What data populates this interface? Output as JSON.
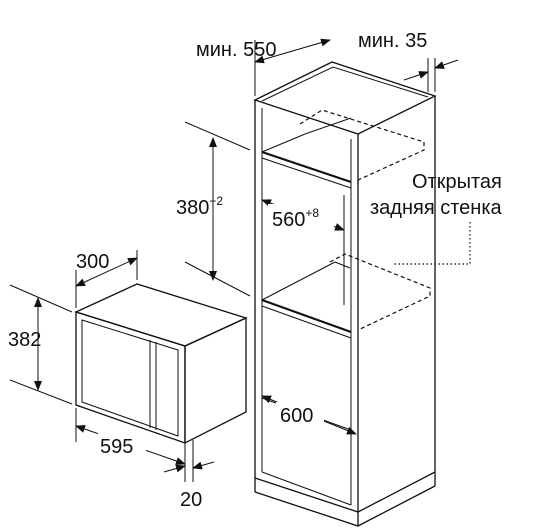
{
  "dimensions": {
    "cabinet_depth": "мин. 550",
    "cabinet_gap": "мин. 35",
    "niche_height_base": "380",
    "niche_height_tol": "+2",
    "niche_width_base": "560",
    "niche_width_tol": "+8",
    "niche_depth": "600",
    "device_depth": "300",
    "device_height": "382",
    "device_width": "595",
    "frame_offset": "20"
  },
  "labels": {
    "open_back_line1": "Открытая",
    "open_back_line2": "задняя стенка"
  }
}
